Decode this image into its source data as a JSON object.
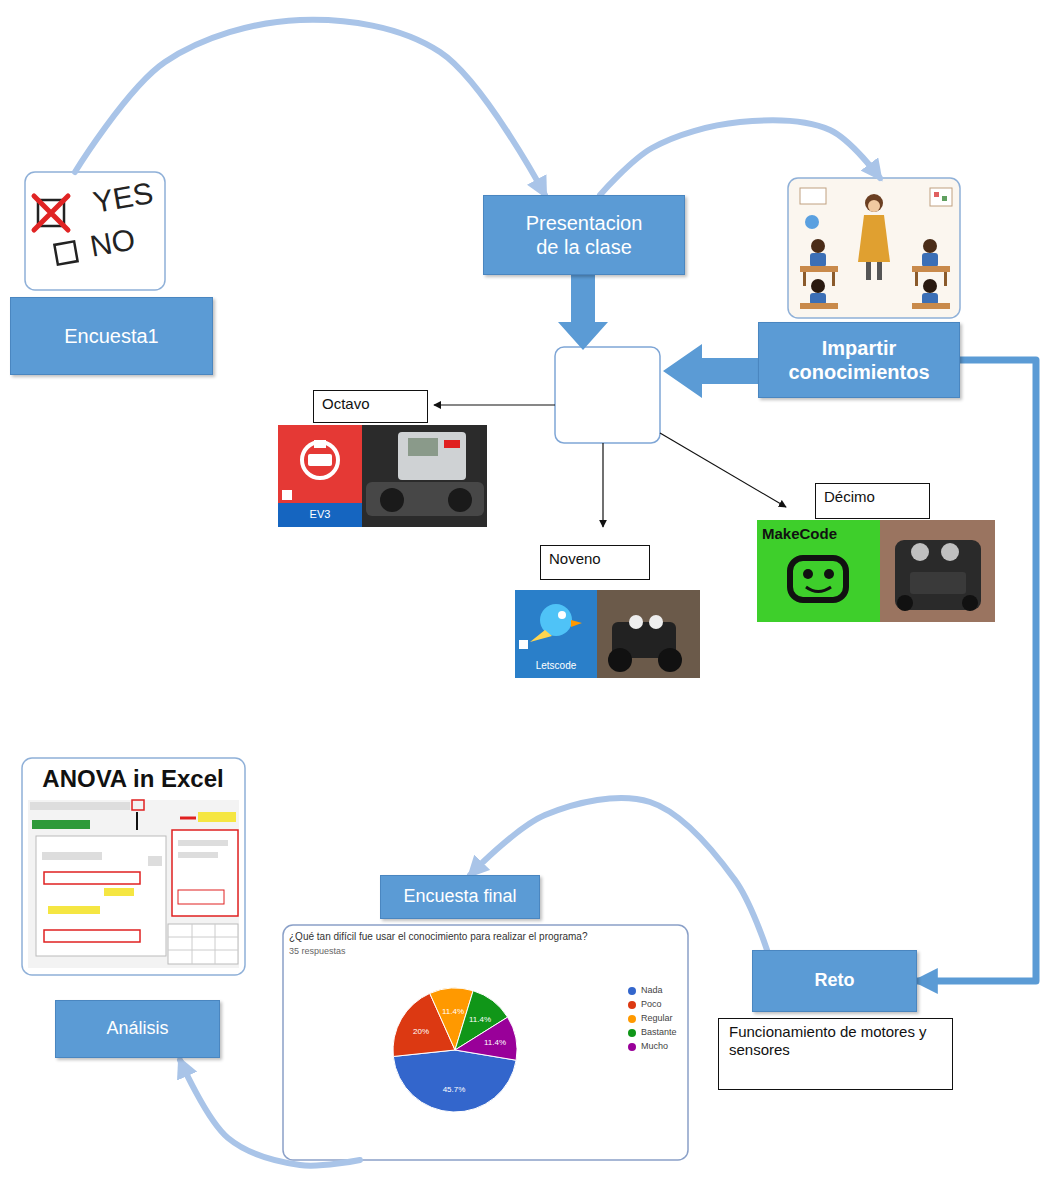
{
  "diagram": {
    "nodes": [
      {
        "text": [
          "Encuesta1"
        ]
      },
      {
        "text": [
          "Presentacion de la clase"
        ]
      },
      {
        "text": [
          "Impartir conocimientos"
        ]
      },
      {
        "text": [
          "Octavo"
        ]
      },
      {
        "text": [
          "Noveno"
        ]
      },
      {
        "text": [
          "Décimo"
        ]
      },
      {
        "text": [
          "Encuesta final"
        ]
      },
      {
        "text": [
          "Reto"
        ]
      },
      {
        "text": [
          "Funcionamiento de motores y sensores"
        ]
      },
      {
        "text": [
          "Análisis"
        ]
      }
    ],
    "edges": [
      {
        "from": 0,
        "to": 1,
        "arrow": "to"
      },
      {
        "from": 1,
        "to": 2,
        "arrow": "to"
      },
      {
        "from": 2,
        "to": 7,
        "arrow": "to"
      },
      {
        "from": 7,
        "to": 6,
        "arrow": "to"
      },
      {
        "from": 6,
        "to": 9,
        "arrow": "to"
      }
    ],
    "labels": [
      "YES",
      "NO",
      "EV3",
      "Letscode",
      "MakeCode",
      "ANOVA in Excel",
      "¿Qué tan difícil fue usar el conocimiento para realizar el programa?",
      "35 respuestas",
      "45.7%",
      "20%",
      "11.4%",
      "11.4%",
      "11.4%"
    ],
    "legend": [
      {
        "text": "Nada",
        "color": "#3366cc"
      },
      {
        "text": "Poco",
        "color": "#dc3912"
      },
      {
        "text": "Regular",
        "color": "#ff9900"
      },
      {
        "text": "Bastante",
        "color": "#109618"
      },
      {
        "text": "Mucho",
        "color": "#990099"
      }
    ]
  }
}
